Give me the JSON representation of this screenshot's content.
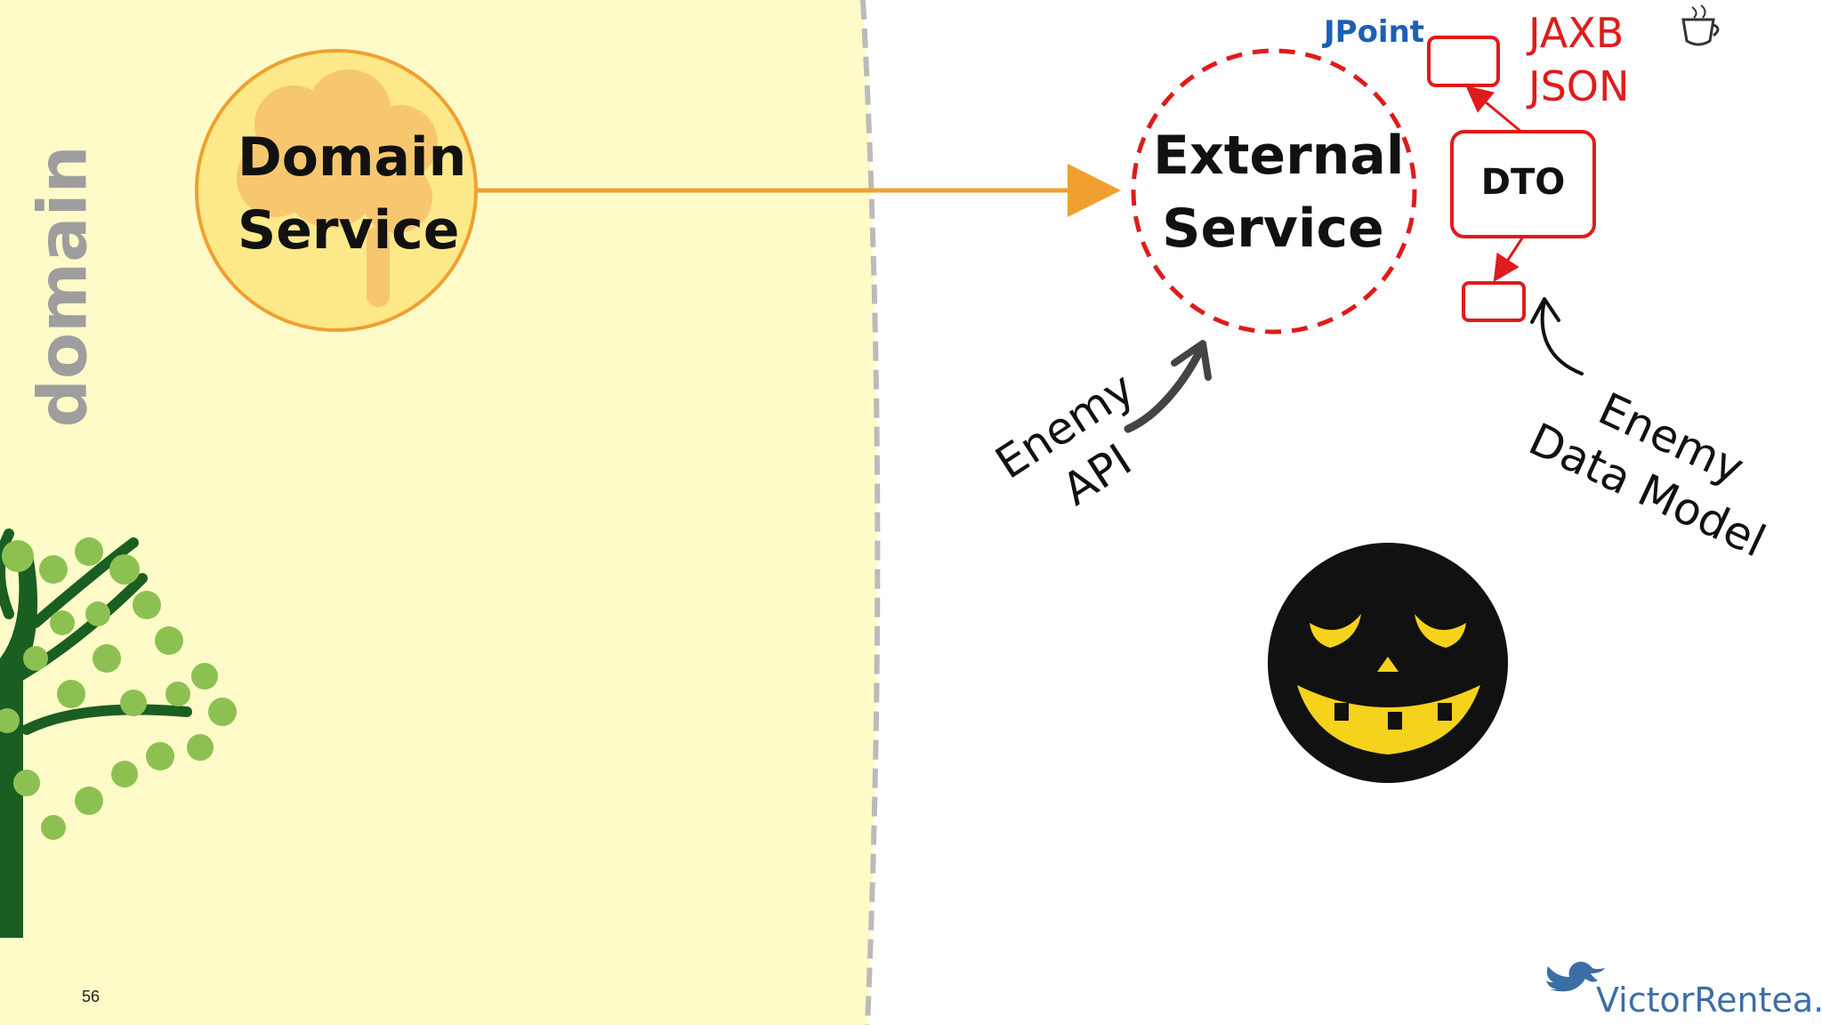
{
  "slide": {
    "number": "56",
    "domain_label": "domain",
    "domain_service": {
      "line1": "Domain",
      "line2": "Service"
    },
    "external_service": {
      "line1": "External",
      "line2": "Service"
    },
    "dto_label": "DTO",
    "formats": [
      "JAXB",
      "JSON"
    ],
    "enemy_api": {
      "line1": "Enemy",
      "line2": "API"
    },
    "enemy_data_model": {
      "line1": "Enemy",
      "line2": "Data Model"
    },
    "brand": "JPoint",
    "author": "VictorRentea.ro"
  },
  "colors": {
    "domain_zone": "#fffbc9",
    "arrow_orange": "#f0a030",
    "accent_red": "#e01b1b",
    "tree_green": "#8cc152",
    "pumpkin_yellow": "#f5d21b"
  },
  "icons": [
    "brain-icon",
    "tree-icon",
    "pumpkin-face-icon",
    "java-cup-icon",
    "twitter-bird-icon"
  ]
}
